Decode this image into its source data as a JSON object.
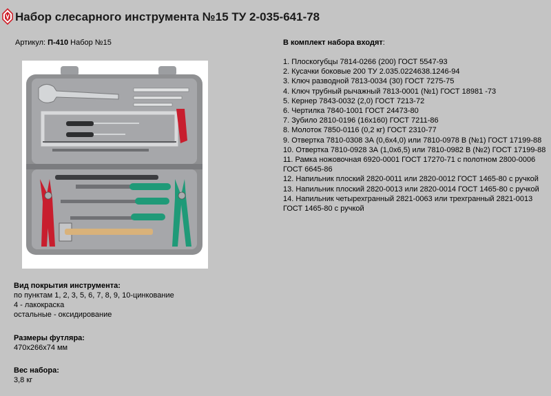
{
  "header": {
    "title": "Набор слесарного инструмента №15 ТУ 2-035-641-78"
  },
  "product": {
    "article_label": "Артикул:",
    "article_code": "П-410",
    "article_name": "Набор №15"
  },
  "coating": {
    "heading": "Вид покрытия инструмента:",
    "lines": [
      "по пунктам 1, 2, 3, 5, 6, 7, 8, 9, 10-цинкование",
      "4 - лакокраска",
      "остальные - оксидирование"
    ]
  },
  "case_size": {
    "heading": "Размеры футляра:",
    "value": "470х266х74 мм"
  },
  "weight": {
    "heading": "Вес набора:",
    "value": "3,8 кг"
  },
  "kit": {
    "heading": "В комплект набора входят",
    "heading_suffix": ":",
    "items": [
      "1. Плоскогубцы 7814-0266 (200) ГОСТ 5547-93",
      "2. Кусачки боковые 200 ТУ 2.035.0224638.1246-94",
      "3. Ключ разводной 7813-0034 (30) ГОСТ 7275-75",
      "4. Ключ трубный рычажный 7813-0001 (№1) ГОСТ 18981 -73",
      "5. Кернер 7843-0032 (2,0) ГОСТ 7213-72",
      "6. Чертилка 7840-1001 ГОСТ 24473-80",
      "7. Зубило 2810-0196 (16х160) ГОСТ 7211-86",
      "8. Молоток 7850-0116 (0,2 кг) ГОСТ 2310-77",
      "9. Отвертка 7810-0308 3А (0,6х4,0) или 7810-0978 В (№1) ГОСТ 17199-88",
      "10. Отвертка 7810-0928 3А (1,0х6,5) или 7810-0982 В (№2) ГОСТ 17199-88",
      "11. Рамка ножовочная 6920-0001 ГОСТ 17270-71 с полотном 2800-0006",
      "ГОСТ 6645-86",
      "12. Напильник плоский 2820-0011 или 2820-0012 ГОСТ 1465-80 с ручкой",
      "13. Напильник плоский 2820-0013 или 2820-0014 ГОСТ 1465-80 с ручкой",
      "14. Напильник четырехгранный 2821-0063 или трехгранный 2821-0013",
      "ГОСТ 1465-80 с ручкой"
    ]
  },
  "colors": {
    "background": "#c4c4c4",
    "logo_red": "#d0202a",
    "handle_green": "#1f9a78",
    "handle_red": "#c81e2e",
    "case_gray": "#8f9092"
  }
}
